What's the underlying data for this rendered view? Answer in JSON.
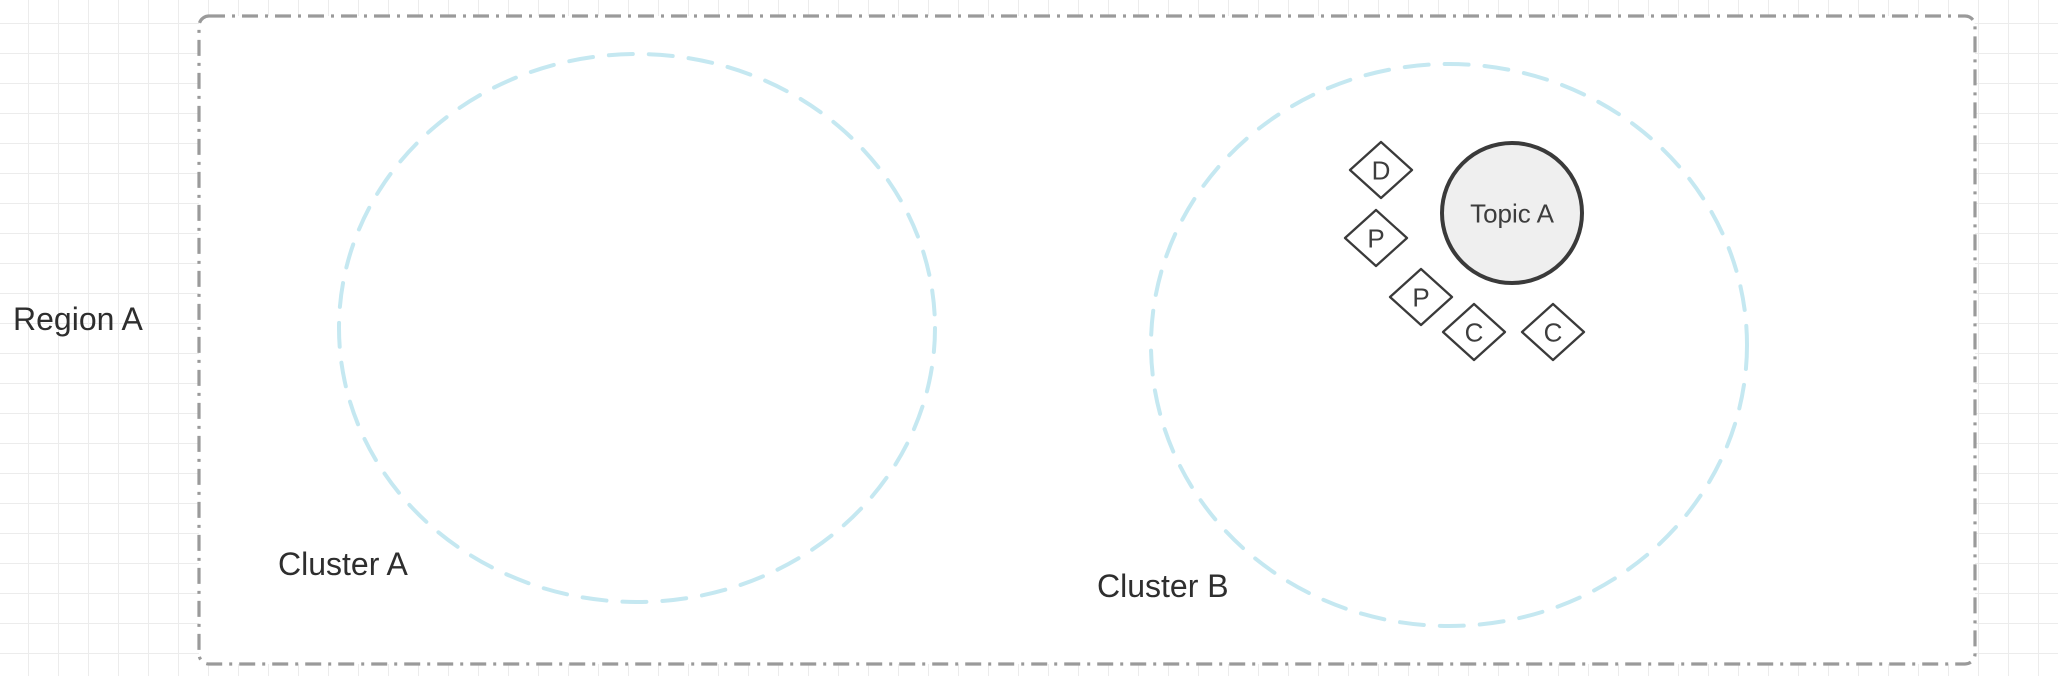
{
  "canvas": {
    "background": "#ffffff",
    "grid_color": "#ececec",
    "grid_size": 30
  },
  "colors": {
    "region_stroke": "#9a9a9a",
    "region_fill": "#ffffff",
    "cluster_stroke": "#c5e8f1",
    "shape_stroke": "#3a3a3a",
    "topic_fill": "#efefef",
    "diamond_fill": "#ffffff",
    "label_color": "#2e2e2e"
  },
  "region": {
    "label": "Region A"
  },
  "clusters": [
    {
      "label": "Cluster A"
    },
    {
      "label": "Cluster B"
    }
  ],
  "topic": {
    "label": "Topic A"
  },
  "diamonds": [
    {
      "label": "D"
    },
    {
      "label": "P"
    },
    {
      "label": "P"
    },
    {
      "label": "C"
    },
    {
      "label": "C"
    }
  ]
}
